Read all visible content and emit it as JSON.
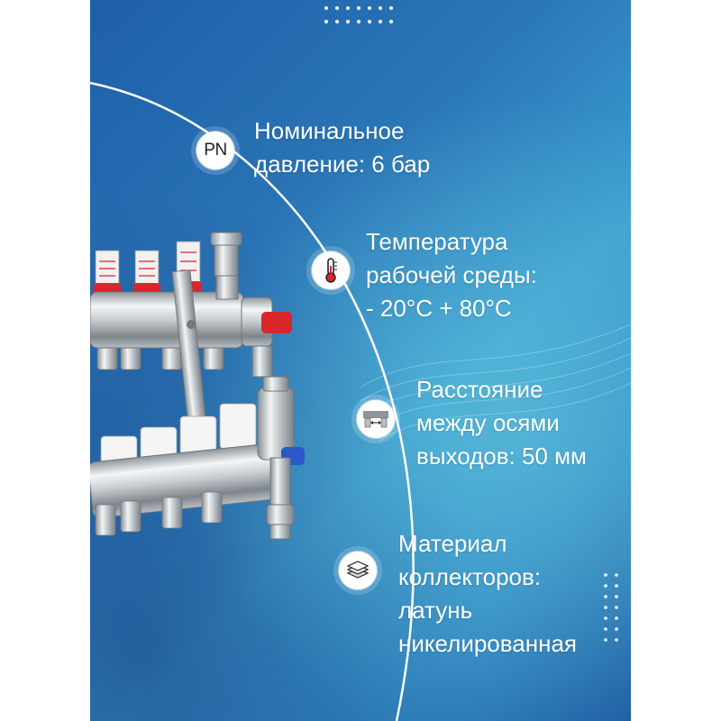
{
  "features": [
    {
      "icon": "pn-pressure-icon",
      "icon_text": "PN",
      "lines": [
        "Номинальное",
        "давление: 6 бар"
      ]
    },
    {
      "icon": "thermometer-icon",
      "lines": [
        "Температура",
        "рабочей среды:",
        "- 20°C + 80°C"
      ]
    },
    {
      "icon": "outlet-spacing-icon",
      "lines": [
        "Расстояние",
        "между осями",
        "выходов: 50 мм"
      ]
    },
    {
      "icon": "material-sheets-icon",
      "lines": [
        "Материал",
        "коллекторов:",
        "латунь",
        "никелированная"
      ]
    }
  ],
  "colors": {
    "background_dark": "#1e5fa9",
    "background_light": "#3a9ccf",
    "accent_red": "#d8262b",
    "accent_blue": "#2a57c9",
    "text": "#ffffff"
  }
}
